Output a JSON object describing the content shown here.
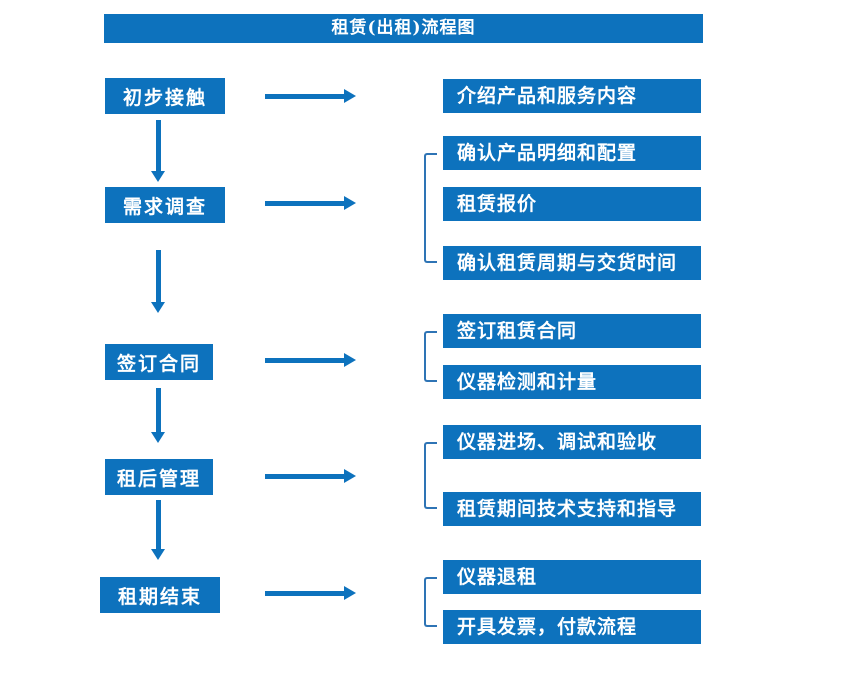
{
  "title": "租赁(出租)流程图",
  "colors": {
    "box_blue": "#0d72bd",
    "bracket_blue": "#2e74b5",
    "text_white": "#ffffff",
    "background": "#ffffff"
  },
  "steps": [
    {
      "label": "初步接触",
      "details": [
        "介绍产品和服务内容"
      ]
    },
    {
      "label": "需求调查",
      "details": [
        "确认产品明细和配置",
        "租赁报价",
        "确认租赁周期与交货时间"
      ]
    },
    {
      "label": "签订合同",
      "details": [
        "签订租赁合同",
        "仪器检测和计量"
      ]
    },
    {
      "label": "租后管理",
      "details": [
        "仪器进场、调试和验收",
        "租赁期间技术支持和指导"
      ]
    },
    {
      "label": "租期结束",
      "details": [
        "仪器退租",
        "开具发票，付款流程"
      ]
    }
  ]
}
